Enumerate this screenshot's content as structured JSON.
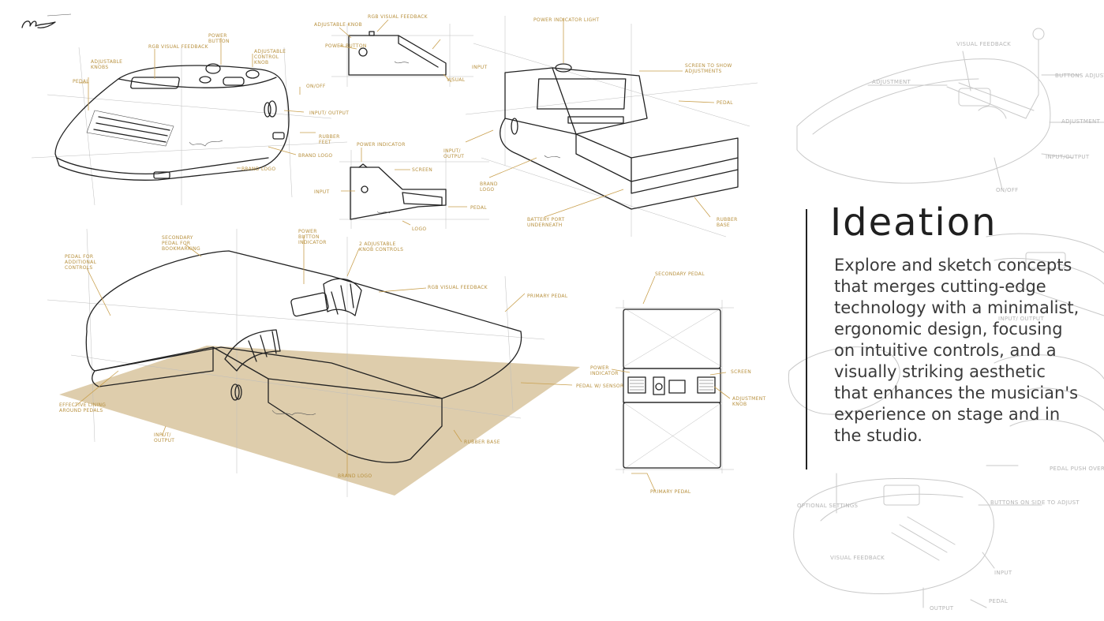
{
  "page": {
    "title": "Ideation",
    "description": "Explore and sketch concepts  that merges cutting-edge technology with a minimalist, ergonomic design, focusing on intuitive controls, and a visually striking aesthetic that enhances the musician's experience on stage and in the studio."
  },
  "colors": {
    "annotation": "#b8913f",
    "floor_shadow": "#dac8a3",
    "ink": "#222222",
    "ghost": "#c9c9c9"
  },
  "annotations": {
    "power_indicator_light": "Power indicator light",
    "screen_adjustments": "Screen to show adjustments",
    "pedal": "Pedal",
    "input_output": "Input/ output",
    "brand_logo": "Brand logo",
    "battery_port": "Battery port underneath",
    "rubber_base": "Rubber base",
    "power_indicator": "Power indicator",
    "screen": "Screen",
    "input": "Input",
    "pedal_small": "Pedal",
    "logo": "Logo",
    "adjustable_knob": "Adjustable knob",
    "power_button": "Power button",
    "secondary_pedal_top": "Secondary pedal",
    "adjustment_knob": "Adjustment knob",
    "primary_pedal_bottom": "Primary pedal",
    "pedal_for_additional": "Pedal for additional controls",
    "effective_lining": "Effective lining around pedals",
    "input_output_small": "Input/ output",
    "rubber_base_small": "Rubber base",
    "secondary_pedal_bookmarking": "Secondary pedal for bookmarking",
    "power_button_indicator": "Power button indicator",
    "adjustable_knob_controls": "2 adjustable knob controls",
    "rgb_visual_feedback": "RGB visual feedback",
    "primary_pedal": "Primary pedal",
    "pedal_w_sensor": "Pedal w/ sensor",
    "brand_logo_small": "Brand logo",
    "rgb_visual_feedback_top": "RGB visual feedback",
    "adjustable_control_knob": "Adjustable control knob",
    "brand_logo_left": "Brand logo",
    "pedal_left": "Pedal",
    "input_output_left": "Input/ output",
    "rubber feet": "Rubber feet",
    "power_button_top": "Power button",
    "on_off": "On/off",
    "adjustable_knobs": "Adjustable knobs",
    "input_side": "Input",
    "visual_top": "Visual",
    "brand_logo_side": "Brand logo"
  },
  "ghost_annotations": {
    "visual_feedback": "Visual feedback",
    "adjustment": "Adjustment",
    "buttons_adjust_pedal": "Buttons adjust pedal",
    "adjustment_right": "Adjustment",
    "input_output": "Input/output",
    "on_off": "On/off",
    "optional_settings": "Optional settings",
    "buttons_on_side": "Buttons on side to adjust",
    "visual_feedback_bottom": "Visual feedback",
    "input": "Input",
    "output": "Output",
    "pedal": "Pedal",
    "pedal_push": "Pedal push overlay",
    "input_output_mid": "Input/ output"
  }
}
